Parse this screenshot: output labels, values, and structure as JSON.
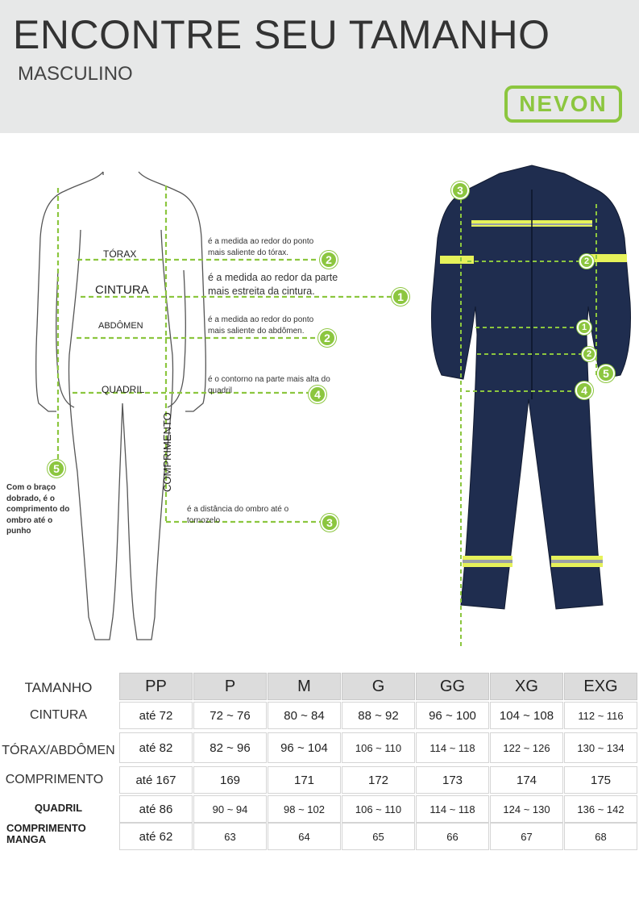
{
  "header": {
    "title": "ENCONTRE SEU TAMANHO",
    "subtitle": "MASCULINO",
    "logo": "NEVON"
  },
  "colors": {
    "accent": "#8cc63f",
    "header_bg": "#e7e8e8",
    "garment_navy": "#1f2d4f",
    "reflective": "#e6f25a"
  },
  "body_labels": {
    "torax": "TÓRAX",
    "cintura": "CINTURA",
    "abdomen": "ABDÔMEN",
    "quadril": "QUADRIL",
    "comprimento": "COMPRIMENTO"
  },
  "notes": {
    "torax": "é a medida ao redor do ponto mais saliente do tórax.",
    "cintura": "é a medida ao redor da parte mais estreita da cintura.",
    "abdomen": "é a medida ao redor do ponto mais saliente do abdômen.",
    "quadril": "é o contorno na parte mais alta do quadril",
    "comprimento": "é a distância do ombro até o tornozelo",
    "manga": "Com o braço dobrado, é o comprimento do ombro até o punho"
  },
  "badges": {
    "torax": "2",
    "cintura": "1",
    "abdomen": "2",
    "quadril": "4",
    "comprimento": "3",
    "manga": "5"
  },
  "size_table": {
    "header_label": "TAMANHO",
    "sizes": [
      "PP",
      "P",
      "M",
      "G",
      "GG",
      "XG",
      "EXG"
    ],
    "rows": [
      {
        "label": "CINTURA",
        "values": [
          "até 72",
          "72 ~ 76",
          "80 ~ 84",
          "88 ~ 92",
          "96 ~ 100",
          "104 ~ 108",
          "112 ~ 116"
        ]
      },
      {
        "label": "TÓRAX/ABDÔMEN",
        "values": [
          "até 82",
          "82 ~ 96",
          "96 ~ 104",
          "106 ~ 110",
          "114 ~ 118",
          "122 ~ 126",
          "130 ~ 134"
        ]
      },
      {
        "label": "COMPRIMENTO",
        "values": [
          "até 167",
          "169",
          "171",
          "172",
          "173",
          "174",
          "175"
        ]
      },
      {
        "label": "QUADRIL",
        "values": [
          "até 86",
          "90 ~ 94",
          "98 ~ 102",
          "106 ~ 110",
          "114 ~ 118",
          "124 ~ 130",
          "136 ~ 142"
        ]
      },
      {
        "label": "COMPRIMENTO MANGA",
        "values": [
          "até 62",
          "63",
          "64",
          "65",
          "66",
          "67",
          "68"
        ]
      }
    ]
  }
}
